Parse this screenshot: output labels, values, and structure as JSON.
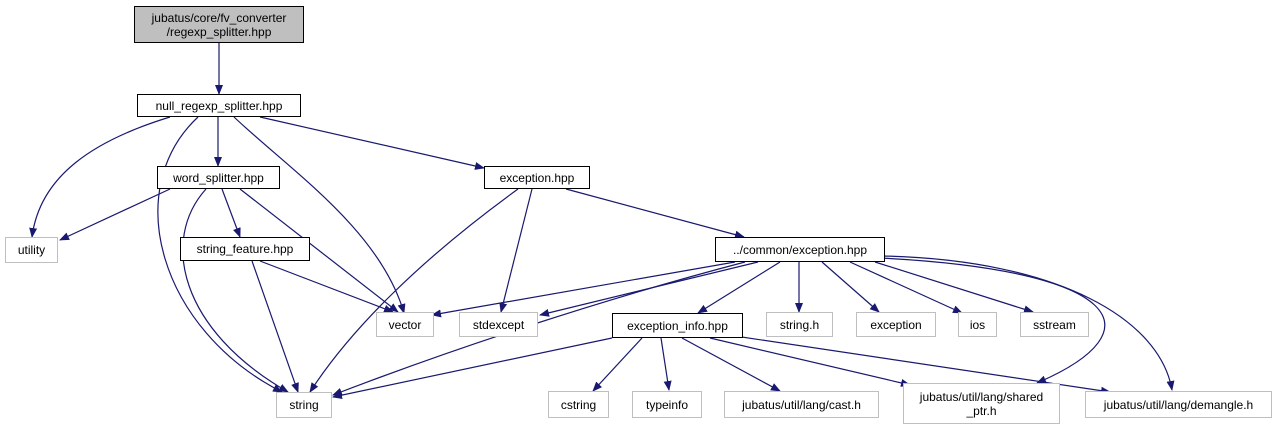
{
  "colors": {
    "edge": "#191970",
    "root_fill": "#bfbfbf",
    "project_border": "#000000",
    "system_border": "#bfbfbf"
  },
  "nodes": {
    "root": "jubatus/core/fv_converter\n/regexp_splitter.hpp",
    "null_regexp_splitter": "null_regexp_splitter.hpp",
    "word_splitter": "word_splitter.hpp",
    "exception_hpp": "exception.hpp",
    "utility": "utility",
    "string_feature": "string_feature.hpp",
    "common_exception": "../common/exception.hpp",
    "vector": "vector",
    "stdexcept": "stdexcept",
    "exception_info": "exception_info.hpp",
    "string_h": "string.h",
    "exception": "exception",
    "ios": "ios",
    "sstream": "sstream",
    "string": "string",
    "cstring": "cstring",
    "typeinfo": "typeinfo",
    "cast_h": "jubatus/util/lang/cast.h",
    "shared_ptr_h": "jubatus/util/lang/shared\n_ptr.h",
    "demangle_h": "jubatus/util/lang/demangle.h"
  }
}
